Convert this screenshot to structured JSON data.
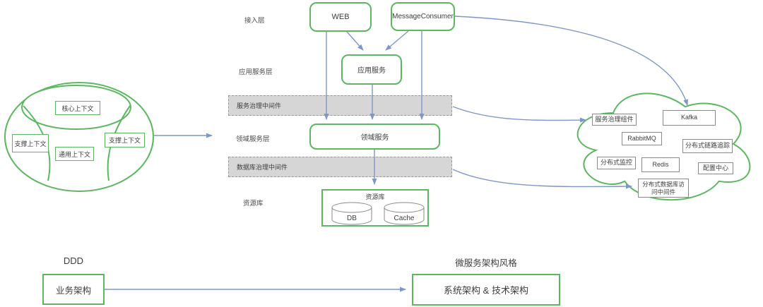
{
  "colors": {
    "green": "#5cb860",
    "arrow": "#7e96c8",
    "band_fill": "#d6d6d6",
    "band_border": "#979797",
    "gray_border": "#8a8a8a",
    "text": "#3d3d3d"
  },
  "cluster": {
    "core": "核心上下文",
    "support_left": "支撑上下文",
    "generic": "通用上下文",
    "support_right": "支撑上下文"
  },
  "layers": {
    "access": "接入层",
    "application": "应用服务层",
    "service_middleware": "服务治理中间件",
    "domain": "领域服务层",
    "db_middleware": "数据库治理中间件",
    "repository": "资源库"
  },
  "nodes": {
    "web": "WEB",
    "message_consumer": "MessageConsumer",
    "app_service": "应用服务",
    "domain_service": "领域服务",
    "repository_title": "资源库",
    "db": "DB",
    "cache": "Cache"
  },
  "cloud": {
    "service_governance": "服务治理组件",
    "kafka": "Kafka",
    "rabbitmq": "RabbitMQ",
    "tracing": "分布式链路追踪",
    "monitoring": "分布式监控",
    "redis": "Redis",
    "config_center": "配置中心",
    "db_access": "分布式数据库访问中间件"
  },
  "bottom": {
    "ddd_label": "DDD",
    "business_architecture": "业务架构",
    "microservice_label": "微服务架构风格",
    "system_architecture": "系统架构 & 技术架构"
  }
}
